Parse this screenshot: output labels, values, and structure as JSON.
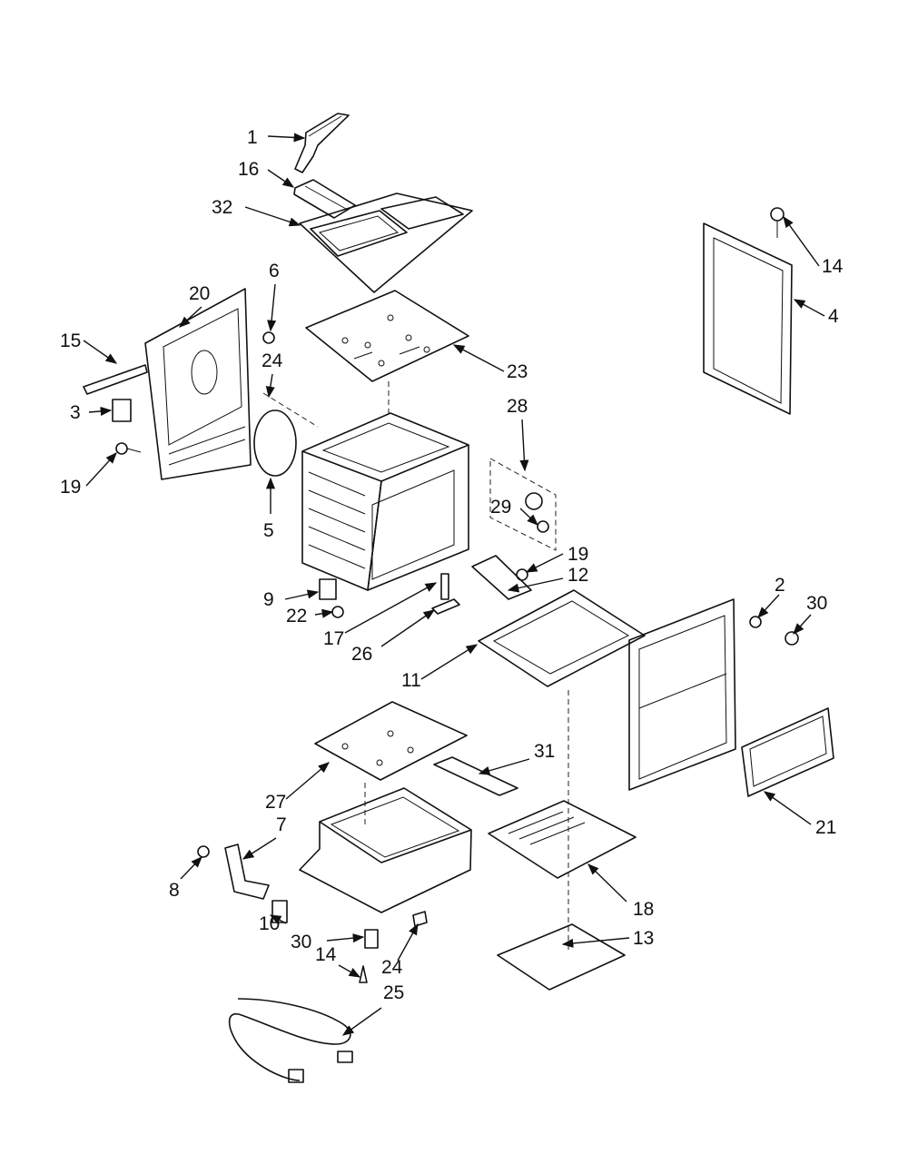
{
  "callouts": [
    {
      "id": "c1",
      "label": "1"
    },
    {
      "id": "c16",
      "label": "16"
    },
    {
      "id": "c32",
      "label": "32"
    },
    {
      "id": "c14a",
      "label": "14"
    },
    {
      "id": "c4",
      "label": "4"
    },
    {
      "id": "c6",
      "label": "6"
    },
    {
      "id": "c20",
      "label": "20"
    },
    {
      "id": "c15",
      "label": "15"
    },
    {
      "id": "c23",
      "label": "23"
    },
    {
      "id": "c24a",
      "label": "24"
    },
    {
      "id": "c28",
      "label": "28"
    },
    {
      "id": "c3",
      "label": "3"
    },
    {
      "id": "c19a",
      "label": "19"
    },
    {
      "id": "c5",
      "label": "5"
    },
    {
      "id": "c29",
      "label": "29"
    },
    {
      "id": "c19b",
      "label": "19"
    },
    {
      "id": "c12",
      "label": "12"
    },
    {
      "id": "c2",
      "label": "2"
    },
    {
      "id": "c30a",
      "label": "30"
    },
    {
      "id": "c9",
      "label": "9"
    },
    {
      "id": "c22",
      "label": "22"
    },
    {
      "id": "c17",
      "label": "17"
    },
    {
      "id": "c26",
      "label": "26"
    },
    {
      "id": "c11",
      "label": "11"
    },
    {
      "id": "c31",
      "label": "31"
    },
    {
      "id": "c27",
      "label": "27"
    },
    {
      "id": "c21",
      "label": "21"
    },
    {
      "id": "c7",
      "label": "7"
    },
    {
      "id": "c8",
      "label": "8"
    },
    {
      "id": "c18",
      "label": "18"
    },
    {
      "id": "c10",
      "label": "10"
    },
    {
      "id": "c30b",
      "label": "30"
    },
    {
      "id": "c13",
      "label": "13"
    },
    {
      "id": "c14b",
      "label": "14"
    },
    {
      "id": "c24b",
      "label": "24"
    },
    {
      "id": "c25",
      "label": "25"
    }
  ]
}
